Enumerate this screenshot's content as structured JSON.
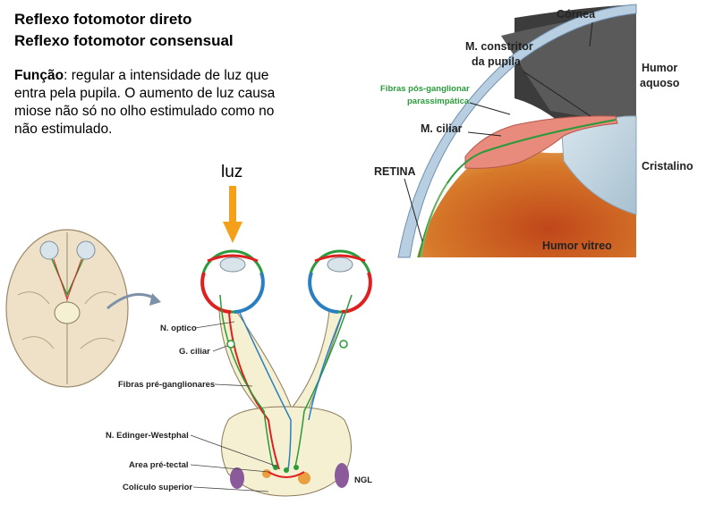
{
  "title_lines": [
    "Reflexo fotomotor direto",
    "Reflexo fotomotor consensual"
  ],
  "function_text": {
    "label": "Função",
    "body": ": regular a intensidade de luz que entra pela pupila. O aumento de luz causa miose não só no olho estimulado como no não estimulado."
  },
  "luz_label": "luz",
  "pathway_labels": {
    "n_optico": "N. optico",
    "g_ciliar": "G. ciliar",
    "fibras_pre": "Fibras pré-ganglionares",
    "edinger": "N. Edinger-Westphal",
    "pretectal": "Area pré-tectal",
    "coliculo": "Colículo superior",
    "ngl": "NGL"
  },
  "eye_labels": {
    "cornea": "Córnea",
    "constritor_1": "M. constritor",
    "constritor_2": "da pupila",
    "fibras_pos_1": "Fibras pós-ganglionar",
    "fibras_pos_2": "parassimpática",
    "ciliar": "M. ciliar",
    "humor_aquoso_1": "Humor",
    "humor_aquoso_2": "aquoso",
    "cristalino": "Cristalino",
    "retina": "RETINA",
    "humor_vitreo": "Humor vitreo"
  },
  "colors": {
    "arrow": "#f5a01a",
    "afferent": "#e02020",
    "efferent": "#2a9a3a",
    "retina_blue": "#2a7fc0",
    "brainstem": "#f5f0d2",
    "ngl": "#8a5a9a"
  }
}
